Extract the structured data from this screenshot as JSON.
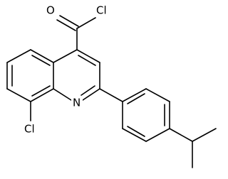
{
  "atoms": {
    "carbonyl_oxygen": "O",
    "acyl_chlorine": "Cl",
    "ring_nitrogen": "N",
    "aryl_chlorine": "Cl"
  },
  "colors": {
    "bond": "#000000",
    "label": "#000000",
    "background": "#ffffff"
  }
}
